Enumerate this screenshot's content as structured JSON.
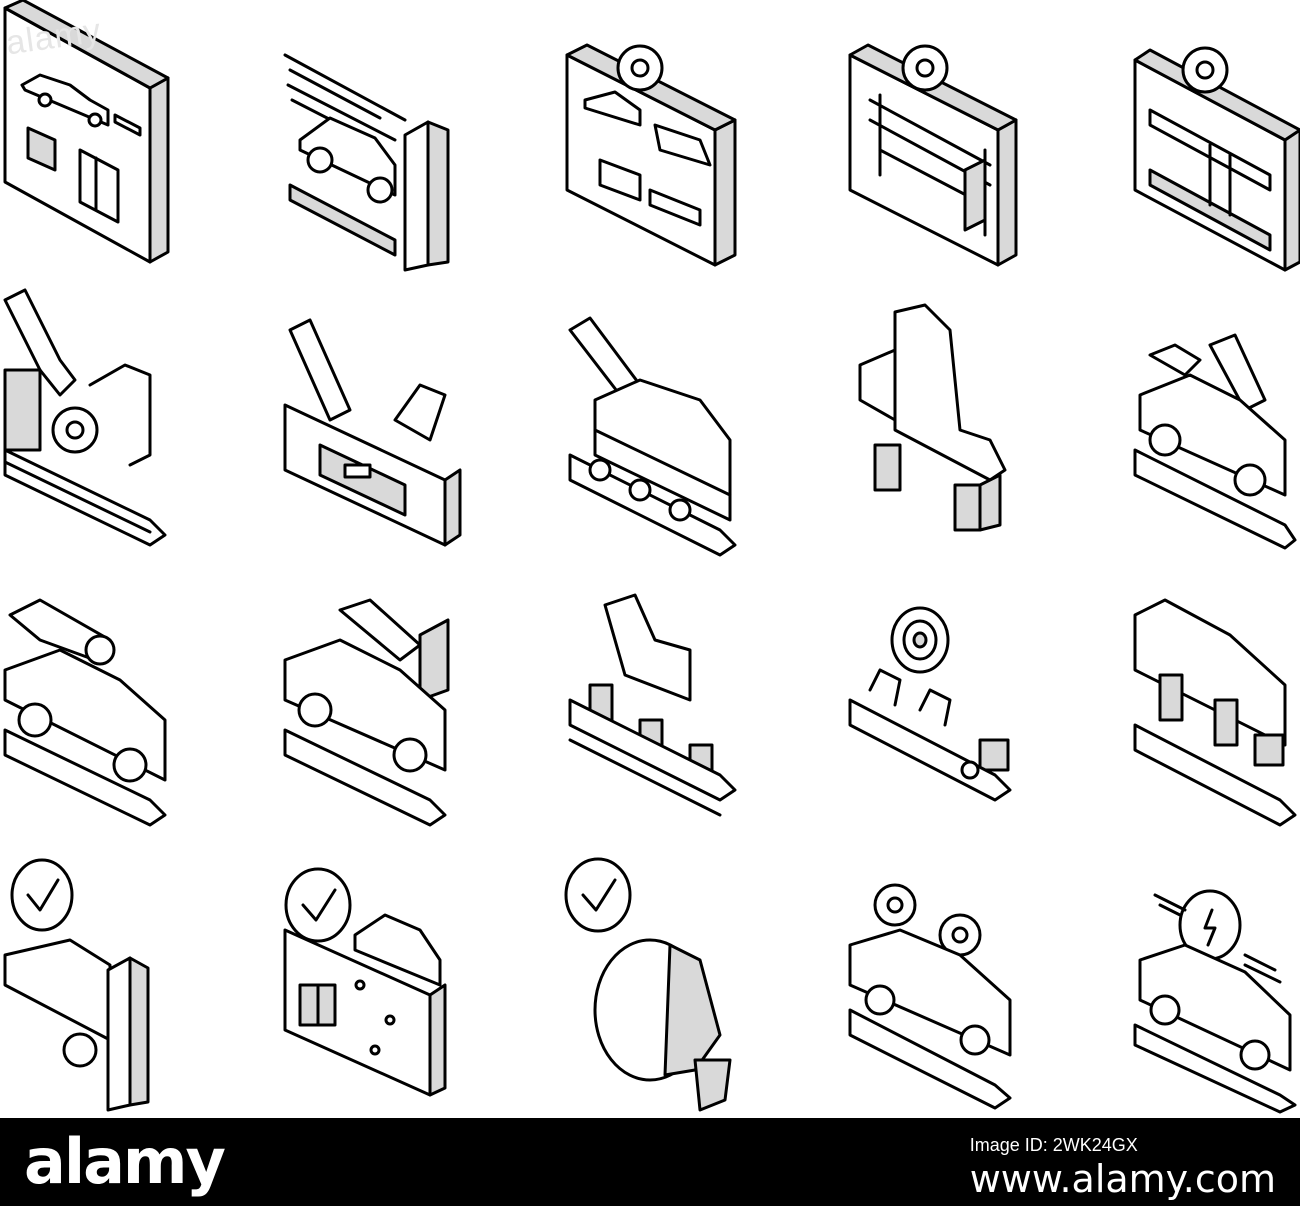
{
  "footer": {
    "logo_text": "alamy",
    "image_id_label": "Image ID: 2WK24GX",
    "url": "www.alamy.com"
  },
  "watermark": "alamy",
  "icons": [
    "car-blueprint-window-icon",
    "car-design-sketch-icon",
    "car-parts-board-gear-icon",
    "car-chassis-board-gear-icon",
    "press-machine-gear-icon",
    "robotic-arms-gear-conveyor-icon",
    "robotic-arms-car-front-icon",
    "robotic-arm-car-conveyor-icon",
    "car-body-frame-stand-icon",
    "robotic-painting-car-icon",
    "robotic-arm-car-assembly-icon",
    "robotic-welding-car-icon",
    "robotic-part-conveyor-icon",
    "wheel-assembly-conveyor-icon",
    "car-body-lift-conveyor-icon",
    "crash-test-checkmark-icon",
    "car-schematic-checkmark-icon",
    "headlight-checkmark-icon",
    "car-gears-conveyor-icon",
    "electric-car-conveyor-icon"
  ],
  "colors": {
    "ink": "#000000",
    "shade": "#d9d9d9",
    "paper": "#ffffff",
    "footer_bg": "#000000",
    "footer_text": "#ffffff"
  }
}
